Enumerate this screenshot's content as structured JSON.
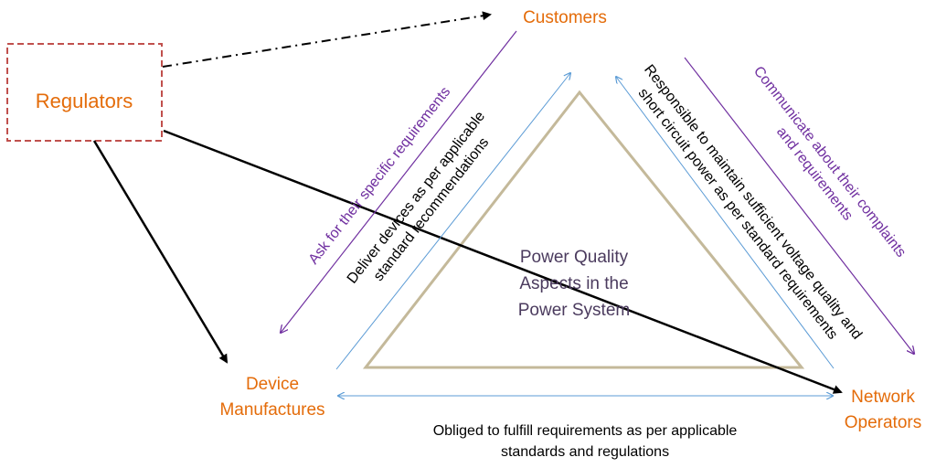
{
  "diagram": {
    "nodes": {
      "regulators": "Regulators",
      "customers": "Customers",
      "device_line1": "Device",
      "device_line2": "Manufactures",
      "network_line1": "Network",
      "network_line2": "Operators"
    },
    "center": {
      "line1": "Power Quality",
      "line2": "Aspects in the",
      "line3": "Power System"
    },
    "relations": {
      "ask": "Ask for their specific requirements",
      "deliver_line1": "Deliver devices as per applicable",
      "deliver_line2": "standard recommendations",
      "responsible_line1": "Responsible to maintain sufficient voltage quality and",
      "responsible_line2": "short circuit power as per standard requirements",
      "communicate_line1": "Communicate about their complaints",
      "communicate_line2": "and requirements",
      "obliged_line1": "Obliged to fulfill requirements as per applicable",
      "obliged_line2": "standards and regulations"
    },
    "colors": {
      "orange": "#E46C0A",
      "purple": "#7030A0",
      "blue_arrow": "#5B9BD5",
      "regulator_border": "#C0504D",
      "triangle": "#C4B99A",
      "center_text": "#4B3B5E",
      "black": "#000000"
    }
  }
}
